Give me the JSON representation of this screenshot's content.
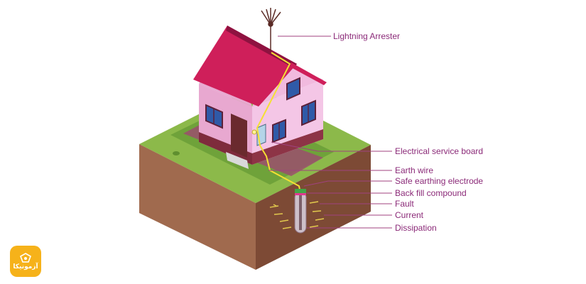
{
  "labels": {
    "lightning_arrester": "Lightning Arrester",
    "electrical_service_board": "Electrical service board",
    "earth_wire": "Earth wire",
    "safe_earthing_electrode": "Safe earthing electrode",
    "back_fill_compound": "Back fill compound",
    "fault": "Fault",
    "current": "Current",
    "dissipation": "Dissipation"
  },
  "logo": {
    "text": "آزمونیکا",
    "icon": "logo-mark-icon"
  },
  "colors": {
    "roof": "#cf1f5a",
    "wall_front": "#e8a8d0",
    "wall_side": "#f4c6e6",
    "grass": "#8cb94a",
    "soil_front": "#a06a4e",
    "soil_side": "#7d4a35",
    "wire": "#f4e033",
    "label": "#8b2a78",
    "logo_bg": "#f6b21a"
  }
}
